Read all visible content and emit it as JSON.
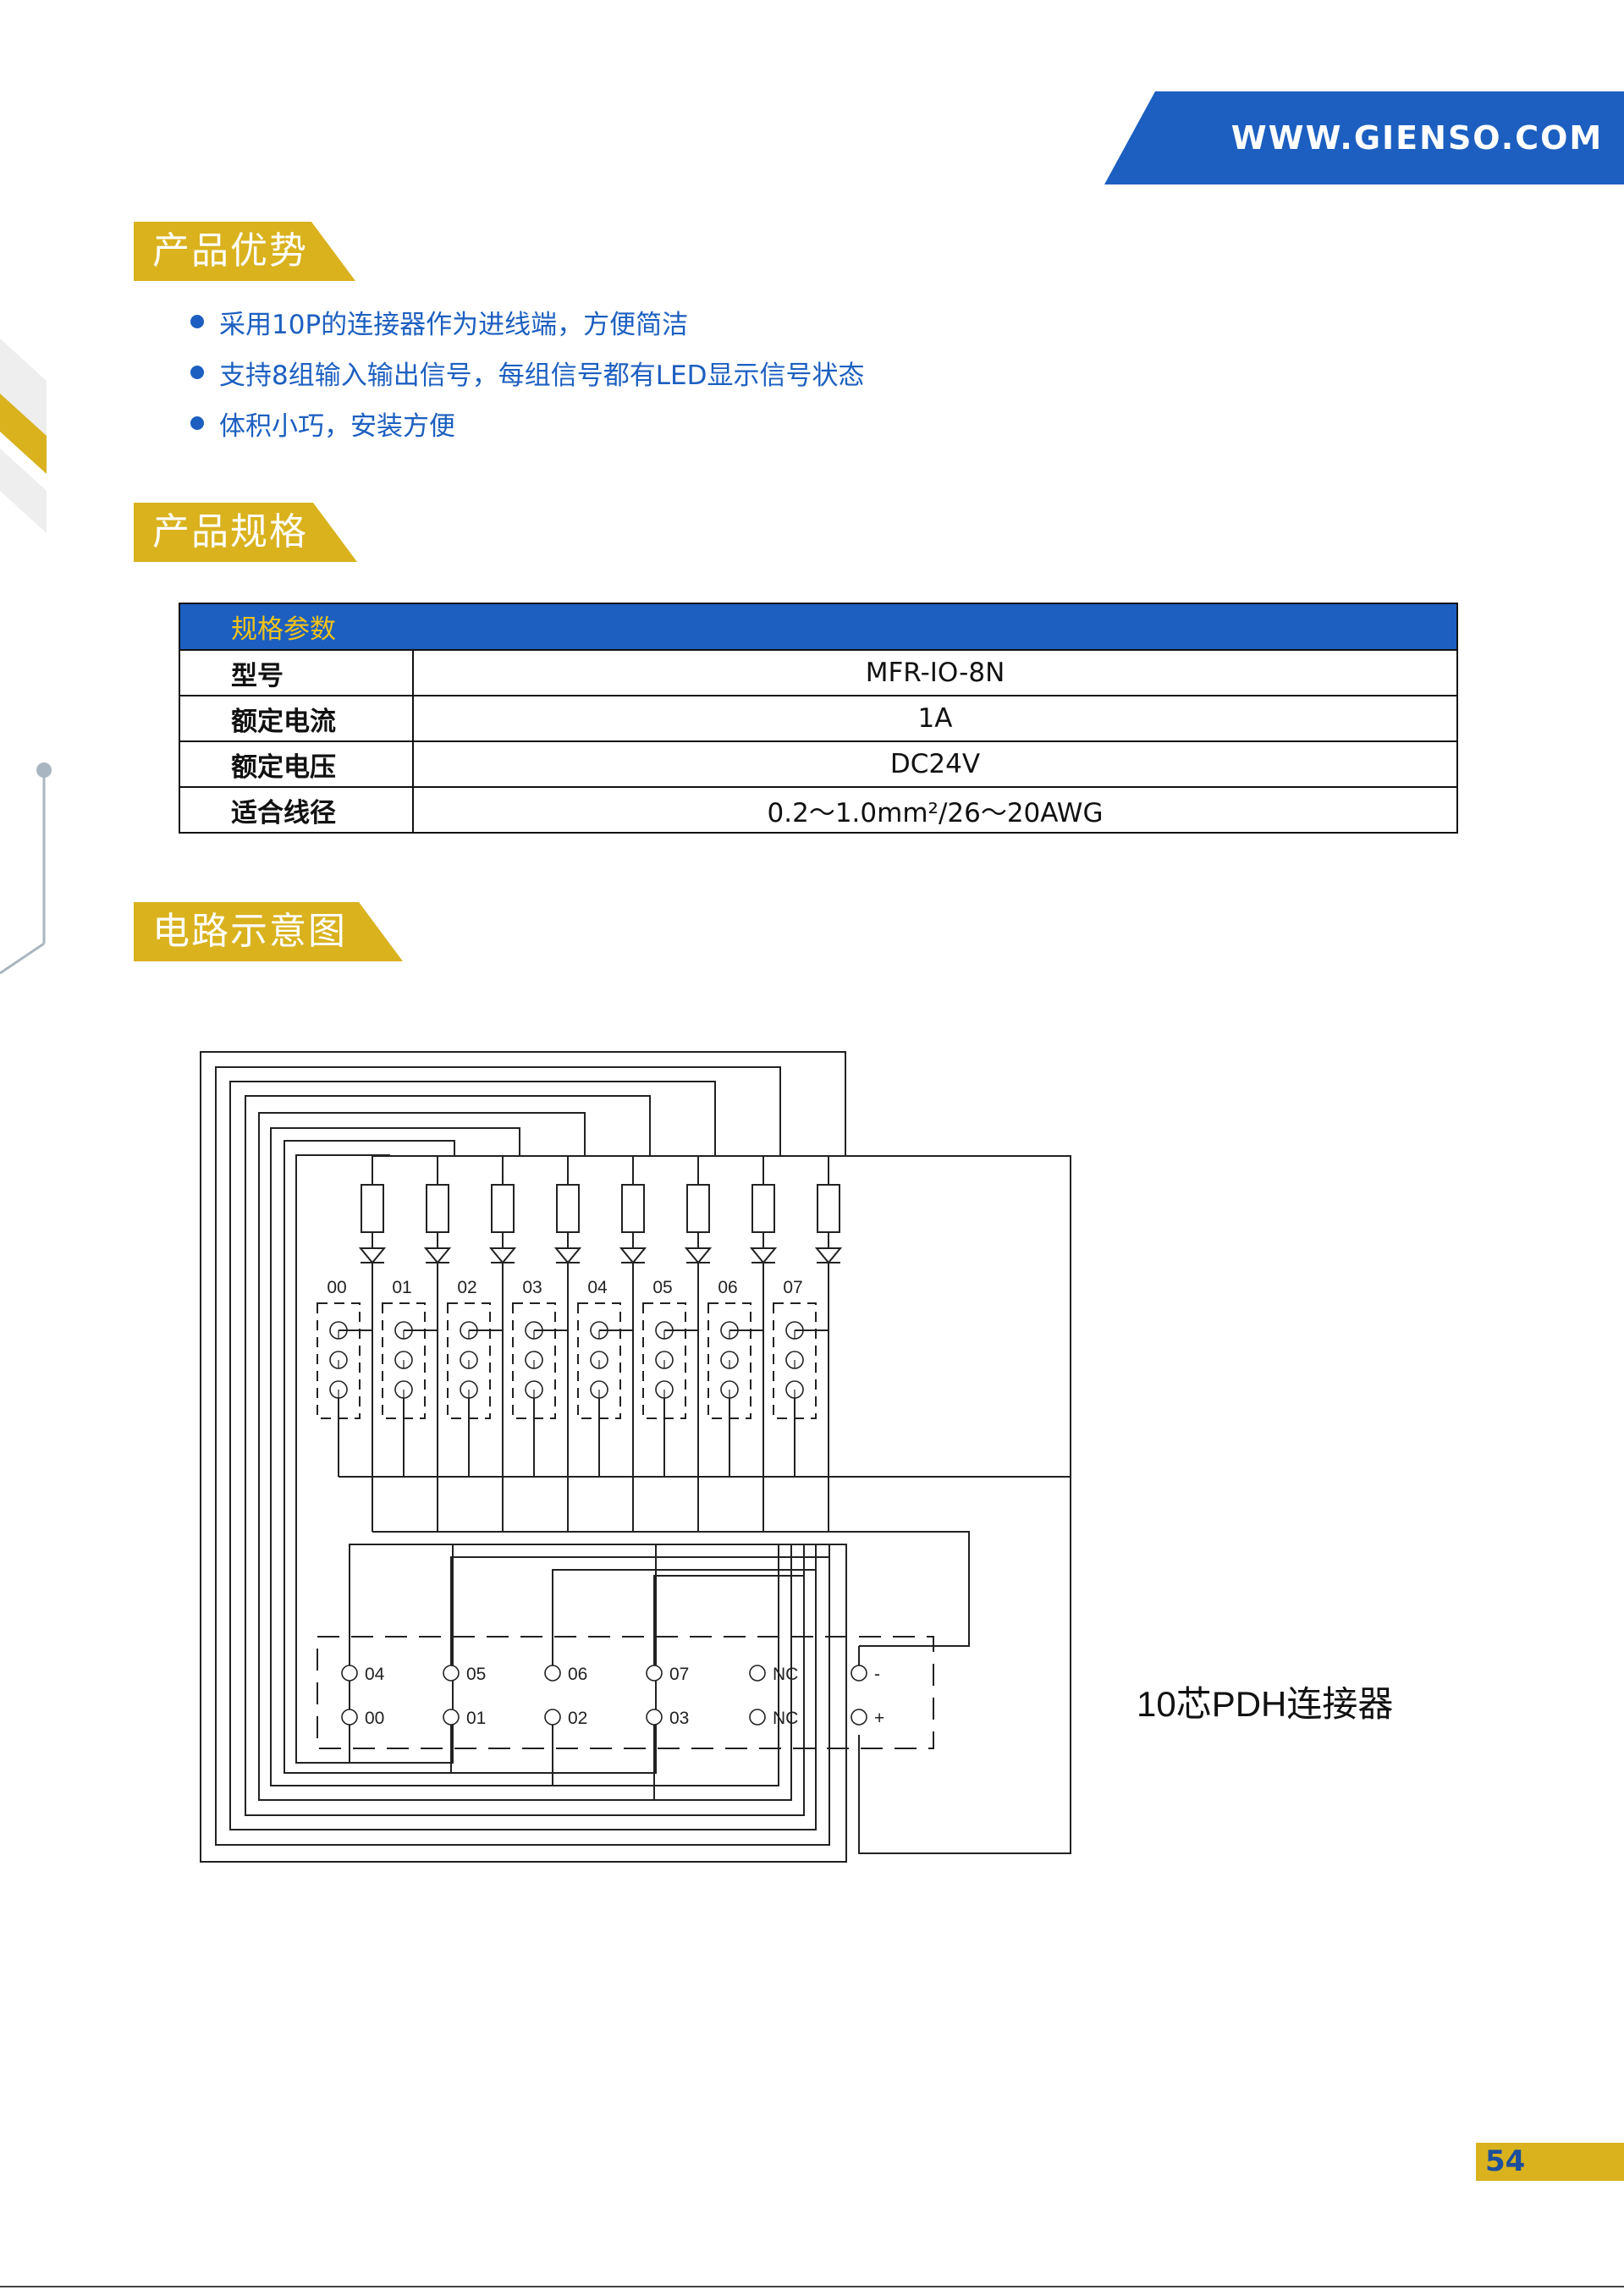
{
  "header": {
    "url": "WWW.GIENSO.COM",
    "banner_color": "#1c5fc0"
  },
  "sections": {
    "advantages": {
      "title": "产品优势",
      "items": [
        "采用10P的连接器作为进线端，方便简洁",
        "支持8组输入输出信号，每组信号都有LED显示信号状态",
        "体积小巧，安装方便"
      ]
    },
    "specs": {
      "title": "产品规格",
      "table_header": "规格参数",
      "rows": [
        {
          "label": "型号",
          "value": "MFR-IO-8N"
        },
        {
          "label": "额定电流",
          "value": "1A"
        },
        {
          "label": "额定电压",
          "value": "DC24V"
        },
        {
          "label": "适合线径",
          "value": "0.2～1.0mm²/26～20AWG"
        }
      ]
    },
    "circuit": {
      "title": "电路示意图",
      "channel_labels": [
        "00",
        "01",
        "02",
        "03",
        "04",
        "05",
        "06",
        "07"
      ],
      "connector_top_row": [
        "04",
        "05",
        "06",
        "07",
        "NC",
        "-"
      ],
      "connector_bottom_row": [
        "00",
        "01",
        "02",
        "03",
        "NC",
        "+"
      ],
      "connector_label": "10芯PDH连接器"
    }
  },
  "accent_colors": {
    "tag_yellow": "#d9b21e",
    "blue": "#1c5fc0"
  },
  "page_number": "54"
}
